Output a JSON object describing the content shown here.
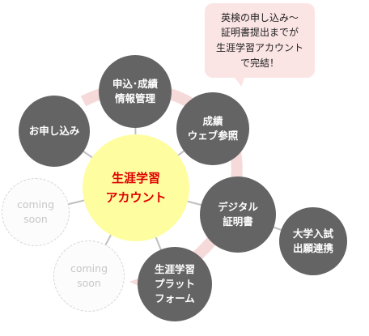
{
  "colors": {
    "dark_node": "#646464",
    "center_fill": "#fefea0",
    "accent": "#e00000",
    "arc": "#f6d9d9",
    "callout": "#fbe4e4",
    "connector": "#bfbfbf"
  },
  "center_node": {
    "label": "生涯学習\nアカウント"
  },
  "nodes": {
    "application": {
      "label": "お申し込み"
    },
    "application_management": {
      "label": "申込･成績\n情報管理"
    },
    "web_results": {
      "label": "成績\nウェブ参照"
    },
    "digital_certificate": {
      "label": "デジタル\n証明書"
    },
    "university_admission": {
      "label": "大学入試\n出願連携"
    },
    "learning_platform": {
      "label": "生涯学習\nプラット\nフォーム"
    },
    "coming_soon_left": {
      "label": "coming\nsoon"
    },
    "coming_soon_bottom": {
      "label": "coming\nsoon"
    }
  },
  "callout": {
    "text": "英検の申し込み～\n証明書提出までが\n生涯学習アカウント\nで完結！"
  }
}
